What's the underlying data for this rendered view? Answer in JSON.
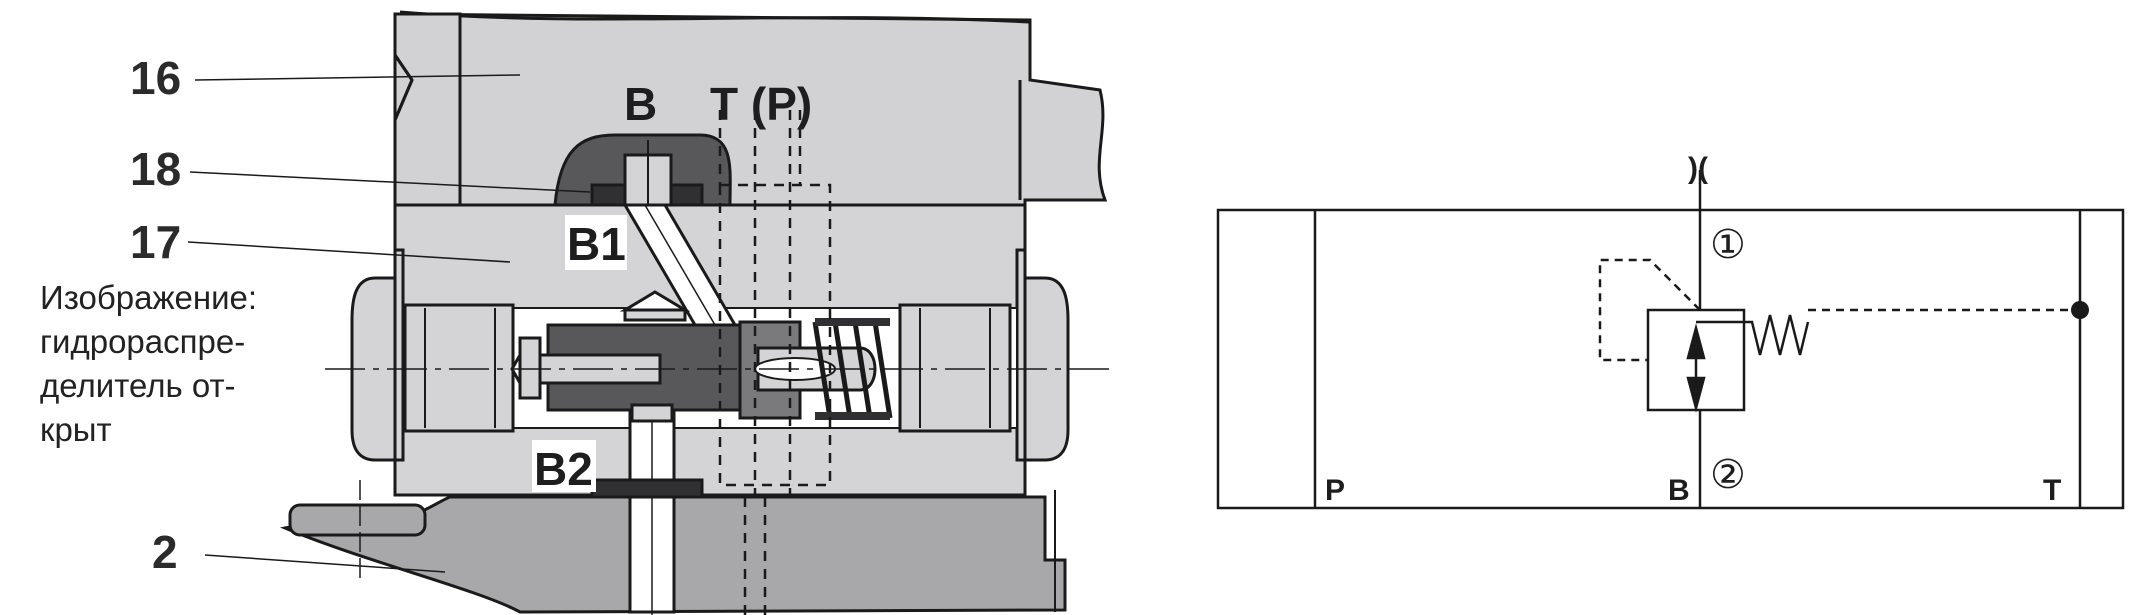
{
  "section_view": {
    "callouts": [
      "16",
      "18",
      "17",
      "2"
    ],
    "ports": {
      "b": "B",
      "t_p": "T (P)",
      "b1": "B1",
      "b2": "B2"
    },
    "caption_lines": [
      "Изображение:",
      "гидрораспре-",
      "делитель от-",
      "крыт"
    ]
  },
  "symbol": {
    "orifice": ")(",
    "ports": {
      "p": "P",
      "b": "B",
      "t": "T"
    },
    "markers": {
      "one": "①",
      "two": "②"
    }
  },
  "colors": {
    "body_light": "#d4d4d6",
    "body_mid": "#a8a8ab",
    "body_dark": "#58585a",
    "line": "#1a1a1a"
  }
}
